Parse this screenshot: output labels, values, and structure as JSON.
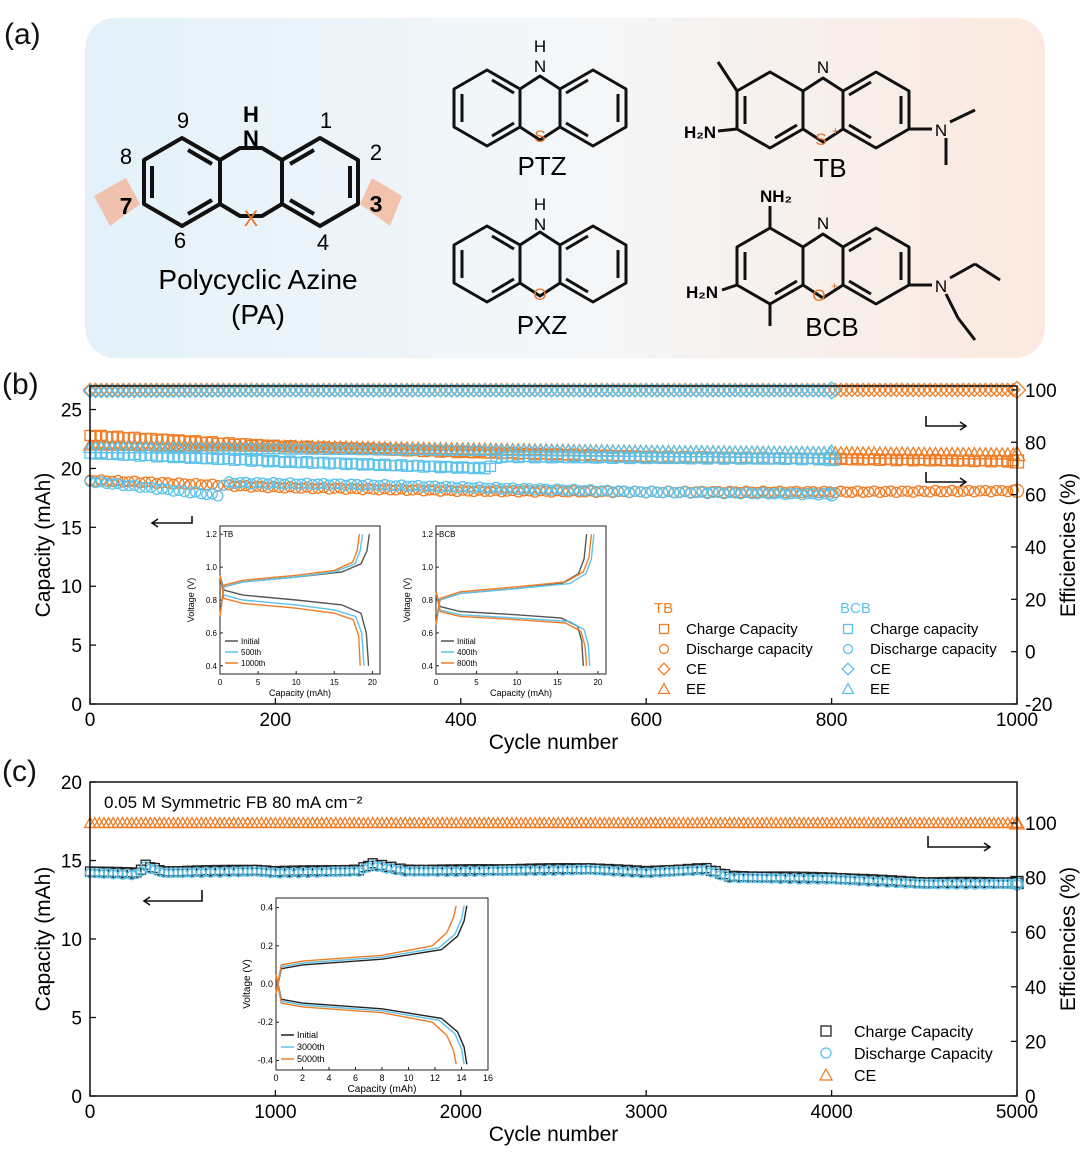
{
  "panel_labels": {
    "a": "(a)",
    "b": "(b)",
    "c": "(c)"
  },
  "panel_a": {
    "pa_numbers": [
      "9",
      "1",
      "8",
      "2",
      "7",
      "3",
      "6",
      "4"
    ],
    "pa_nh": "H",
    "pa_n": "N",
    "pa_x": "X",
    "pa_name": "Polycyclic Azine",
    "pa_abbr": "(PA)",
    "ptz": {
      "name": "PTZ",
      "nh_h": "H",
      "nh_n": "N",
      "hetero": "S"
    },
    "pxz": {
      "name": "PXZ",
      "nh_h": "H",
      "nh_n": "N",
      "hetero": "O"
    },
    "tb": {
      "name": "TB",
      "n": "N",
      "hetero": "S",
      "charge": "+",
      "amine": "H₂N",
      "nme2": "N"
    },
    "bcb": {
      "name": "BCB",
      "n": "N",
      "hetero": "O",
      "charge": "+",
      "amine_top": "NH₂",
      "amine": "H₂N",
      "net2": "N"
    },
    "colors": {
      "hetero": "#e8742e",
      "arrow": "#f2b9a0"
    }
  },
  "chart_data": [
    {
      "id": "b",
      "type": "scatter",
      "xlabel": "Cycle number",
      "ylabel": "Capacity (mAh)",
      "y2label": "Efficiencies (%)",
      "xlim": [
        0,
        1000
      ],
      "ylim": [
        0,
        27
      ],
      "y2lim": [
        -20,
        101.5
      ],
      "xticks": [
        0,
        200,
        400,
        600,
        800,
        1000
      ],
      "yticks": [
        0,
        5,
        10,
        15,
        20,
        25
      ],
      "y2ticks": [
        -20,
        0,
        20,
        40,
        60,
        80,
        100
      ],
      "series": [
        {
          "name": "Charge Capacity",
          "group": "TB",
          "axis": "left",
          "color": "#f07d26",
          "marker": "square",
          "x": [
            0,
            200,
            400,
            600,
            800,
            1000
          ],
          "values": [
            22.8,
            21.9,
            21.4,
            21.0,
            20.8,
            20.6
          ]
        },
        {
          "name": "Discharge capacity",
          "group": "TB",
          "axis": "left",
          "color": "#f07d26",
          "marker": "circle",
          "x": [
            0,
            200,
            400,
            600,
            800,
            1000
          ],
          "values": [
            19.0,
            18.4,
            18.1,
            18.0,
            18.0,
            18.1
          ]
        },
        {
          "name": "CE",
          "group": "TB",
          "axis": "right",
          "color": "#f07d26",
          "marker": "diamond",
          "x": [
            0,
            200,
            400,
            600,
            800,
            1000
          ],
          "values": [
            100,
            100,
            100,
            100,
            100,
            100
          ]
        },
        {
          "name": "EE",
          "group": "TB",
          "axis": "right",
          "color": "#f07d26",
          "marker": "triangle",
          "x": [
            0,
            200,
            400,
            600,
            800,
            1000
          ],
          "values": [
            79,
            78.5,
            77.5,
            76.5,
            76,
            75.5
          ]
        },
        {
          "name": "Charge capacity",
          "group": "BCB",
          "axis": "left",
          "color": "#5cc2ea",
          "marker": "square",
          "x": [
            0,
            200,
            430,
            440,
            600,
            800
          ],
          "values": [
            21.3,
            20.6,
            20.0,
            21.0,
            20.9,
            20.8
          ]
        },
        {
          "name": "Discharge capacity",
          "group": "BCB",
          "axis": "left",
          "color": "#5cc2ea",
          "marker": "circle",
          "x": [
            0,
            60,
            140,
            145,
            300,
            600,
            800
          ],
          "values": [
            18.9,
            18.4,
            17.7,
            18.8,
            18.6,
            18.0,
            17.8
          ]
        },
        {
          "name": "CE",
          "group": "BCB",
          "axis": "right",
          "color": "#5cc2ea",
          "marker": "diamond",
          "x": [
            0,
            200,
            400,
            600,
            800
          ],
          "values": [
            99.5,
            99.8,
            99.8,
            99.8,
            99.8
          ]
        },
        {
          "name": "EE",
          "group": "BCB",
          "axis": "right",
          "color": "#5cc2ea",
          "marker": "triangle",
          "x": [
            0,
            200,
            400,
            600,
            800
          ],
          "values": [
            78,
            77.5,
            77,
            76.5,
            76
          ]
        }
      ],
      "legend": {
        "placement": "bottom-right",
        "groups": [
          "TB",
          "BCB"
        ],
        "entries": [
          "Charge Capacity",
          "Discharge capacity",
          "CE",
          "EE"
        ],
        "entries_bcb": [
          "Charge capacity",
          "Discharge capacity",
          "CE",
          "EE"
        ]
      },
      "insets": [
        {
          "id": "b-tb",
          "type": "line",
          "title": "TB",
          "xlabel": "Capacity (mAh)",
          "ylabel": "Voltage (V)",
          "xlim": [
            0,
            21
          ],
          "ylim": [
            0.35,
            1.25
          ],
          "xticks": [
            0,
            5,
            10,
            15,
            20
          ],
          "yticks": [
            0.4,
            0.6,
            0.8,
            1.0,
            1.2
          ],
          "series": [
            {
              "name": "Initial",
              "color": "#555555",
              "charge": {
                "x": [
                  0,
                  0.5,
                  3,
                  10,
                  16,
                  18.5,
                  19.3,
                  19.6
                ],
                "y": [
                  0.7,
                  0.88,
                  0.91,
                  0.94,
                  0.97,
                  1.02,
                  1.1,
                  1.2
                ]
              },
              "discharge": {
                "x": [
                  0,
                  0.5,
                  3,
                  10,
                  16,
                  18.5,
                  19.2,
                  19.5
                ],
                "y": [
                  0.95,
                  0.86,
                  0.83,
                  0.8,
                  0.77,
                  0.72,
                  0.6,
                  0.4
                ]
              }
            },
            {
              "name": "500th",
              "color": "#5cc2ea",
              "charge": {
                "x": [
                  0,
                  0.5,
                  3,
                  10,
                  15,
                  17.7,
                  18.4,
                  18.7
                ],
                "y": [
                  0.7,
                  0.88,
                  0.91,
                  0.94,
                  0.97,
                  1.02,
                  1.1,
                  1.2
                ]
              },
              "discharge": {
                "x": [
                  0,
                  0.5,
                  3,
                  10,
                  15,
                  17.8,
                  18.6,
                  18.9
                ],
                "y": [
                  0.95,
                  0.83,
                  0.8,
                  0.77,
                  0.74,
                  0.7,
                  0.6,
                  0.4
                ]
              }
            },
            {
              "name": "1000th",
              "color": "#f07d26",
              "charge": {
                "x": [
                  0,
                  0.5,
                  3,
                  10,
                  15,
                  17.4,
                  18.0,
                  18.3
                ],
                "y": [
                  0.7,
                  0.89,
                  0.92,
                  0.95,
                  0.98,
                  1.03,
                  1.1,
                  1.2
                ]
              },
              "discharge": {
                "x": [
                  0,
                  0.5,
                  3,
                  10,
                  15,
                  17.5,
                  18.2,
                  18.4
                ],
                "y": [
                  0.95,
                  0.81,
                  0.78,
                  0.75,
                  0.72,
                  0.68,
                  0.58,
                  0.4
                ]
              }
            }
          ]
        },
        {
          "id": "b-bcb",
          "type": "line",
          "title": "BCB",
          "xlabel": "Capacity (mAh)",
          "ylabel": "Voltage (V)",
          "xlim": [
            0,
            21
          ],
          "ylim": [
            0.35,
            1.25
          ],
          "xticks": [
            0,
            5,
            10,
            15,
            20
          ],
          "yticks": [
            0.4,
            0.6,
            0.8,
            1.0,
            1.2
          ],
          "series": [
            {
              "name": "Initial",
              "color": "#555555",
              "charge": {
                "x": [
                  0,
                  0.5,
                  3,
                  10,
                  15.5,
                  17.6,
                  18.3,
                  18.6
                ],
                "y": [
                  0.65,
                  0.8,
                  0.84,
                  0.87,
                  0.9,
                  0.96,
                  1.05,
                  1.2
                ]
              },
              "discharge": {
                "x": [
                  0,
                  0.5,
                  3,
                  10,
                  15.5,
                  17.5,
                  18.0,
                  18.2
                ],
                "y": [
                  0.85,
                  0.76,
                  0.73,
                  0.71,
                  0.69,
                  0.64,
                  0.55,
                  0.4
                ]
              }
            },
            {
              "name": "400th",
              "color": "#5cc2ea",
              "charge": {
                "x": [
                  0,
                  0.5,
                  3,
                  10,
                  16.5,
                  18.5,
                  19.2,
                  19.5
                ],
                "y": [
                  0.65,
                  0.8,
                  0.84,
                  0.87,
                  0.9,
                  0.96,
                  1.05,
                  1.2
                ]
              },
              "discharge": {
                "x": [
                  0,
                  0.5,
                  3,
                  10,
                  16.5,
                  18.3,
                  18.8,
                  19.0
                ],
                "y": [
                  0.85,
                  0.74,
                  0.71,
                  0.69,
                  0.67,
                  0.62,
                  0.53,
                  0.4
                ]
              }
            },
            {
              "name": "800th",
              "color": "#f07d26",
              "charge": {
                "x": [
                  0,
                  0.5,
                  3,
                  10,
                  16,
                  18.2,
                  18.9,
                  19.2
                ],
                "y": [
                  0.65,
                  0.81,
                  0.85,
                  0.88,
                  0.91,
                  0.97,
                  1.06,
                  1.2
                ]
              },
              "discharge": {
                "x": [
                  0,
                  0.5,
                  3,
                  10,
                  16,
                  17.9,
                  18.4,
                  18.6
                ],
                "y": [
                  0.85,
                  0.73,
                  0.7,
                  0.68,
                  0.66,
                  0.61,
                  0.52,
                  0.4
                ]
              }
            }
          ]
        }
      ]
    },
    {
      "id": "c",
      "type": "scatter",
      "annotation": "0.05 M Symmetric FB    80 mA cm⁻²",
      "xlabel": "Cycle number",
      "ylabel": "Capacity (mAh)",
      "y2label": "Efficiencies (%)",
      "xlim": [
        0,
        5000
      ],
      "ylim": [
        0,
        20
      ],
      "y2lim": [
        0,
        115
      ],
      "xticks": [
        0,
        1000,
        2000,
        3000,
        4000,
        5000
      ],
      "yticks": [
        0,
        5,
        10,
        15,
        20
      ],
      "y2ticks": [
        0,
        20,
        40,
        60,
        80,
        100
      ],
      "series": [
        {
          "name": "Charge Capacity",
          "axis": "left",
          "color": "#222222",
          "marker": "square",
          "x": [
            0,
            250,
            300,
            400,
            900,
            1000,
            1450,
            1520,
            1700,
            2000,
            2700,
            3000,
            3320,
            3450,
            4000,
            4500,
            5000
          ],
          "values": [
            14.3,
            14.2,
            14.7,
            14.3,
            14.4,
            14.3,
            14.4,
            14.8,
            14.4,
            14.4,
            14.5,
            14.3,
            14.5,
            14.0,
            13.9,
            13.6,
            13.6
          ]
        },
        {
          "name": "Discharge Capacity",
          "axis": "left",
          "color": "#5cc2ea",
          "marker": "circle",
          "x": [
            0,
            250,
            300,
            400,
            900,
            1000,
            1450,
            1520,
            1700,
            2000,
            2700,
            3000,
            3320,
            3450,
            4000,
            4500,
            5000
          ],
          "values": [
            14.2,
            14.1,
            14.6,
            14.2,
            14.3,
            14.2,
            14.3,
            14.7,
            14.3,
            14.3,
            14.4,
            14.2,
            14.4,
            13.9,
            13.8,
            13.5,
            13.5
          ]
        },
        {
          "name": "CE",
          "axis": "right",
          "color": "#f07d26",
          "marker": "triangle",
          "x": [
            0,
            1000,
            2000,
            3000,
            4000,
            5000
          ],
          "values": [
            100,
            100,
            100,
            100,
            100,
            100
          ]
        }
      ],
      "legend": {
        "placement": "bottom-right",
        "entries": [
          "Charge Capacity",
          "Discharge Capacity",
          "CE"
        ]
      },
      "insets": [
        {
          "id": "c-inset",
          "type": "line",
          "xlabel": "Capacity (mAh)",
          "ylabel": "Voltage (V)",
          "xlim": [
            0,
            16
          ],
          "ylim": [
            -0.45,
            0.45
          ],
          "xticks": [
            0,
            2,
            4,
            6,
            8,
            10,
            12,
            14,
            16
          ],
          "yticks": [
            -0.4,
            -0.2,
            0.0,
            0.2,
            0.4
          ],
          "series": [
            {
              "name": "Initial",
              "color": "#222222",
              "charge": {
                "x": [
                  0,
                  0.4,
                  2,
                  8,
                  12.5,
                  13.7,
                  14.2,
                  14.4
                ],
                "y": [
                  -0.05,
                  0.08,
                  0.1,
                  0.13,
                  0.18,
                  0.25,
                  0.33,
                  0.41
                ]
              },
              "discharge": {
                "x": [
                  0,
                  0.4,
                  2,
                  8,
                  12.5,
                  13.7,
                  14.2,
                  14.4
                ],
                "y": [
                  0.05,
                  -0.08,
                  -0.1,
                  -0.13,
                  -0.18,
                  -0.25,
                  -0.33,
                  -0.42
                ]
              }
            },
            {
              "name": "3000th",
              "color": "#5cc2ea",
              "charge": {
                "x": [
                  0,
                  0.4,
                  2,
                  8,
                  12.3,
                  13.5,
                  14.0,
                  14.2
                ],
                "y": [
                  -0.05,
                  0.09,
                  0.11,
                  0.14,
                  0.19,
                  0.26,
                  0.34,
                  0.41
                ]
              },
              "discharge": {
                "x": [
                  0,
                  0.4,
                  2,
                  8,
                  12.3,
                  13.5,
                  14.0,
                  14.2
                ],
                "y": [
                  0.05,
                  -0.09,
                  -0.11,
                  -0.14,
                  -0.19,
                  -0.26,
                  -0.34,
                  -0.42
                ]
              }
            },
            {
              "name": "5000th",
              "color": "#f07d26",
              "charge": {
                "x": [
                  0,
                  0.4,
                  2,
                  8,
                  11.8,
                  12.9,
                  13.4,
                  13.6
                ],
                "y": [
                  -0.05,
                  0.1,
                  0.12,
                  0.15,
                  0.2,
                  0.27,
                  0.35,
                  0.41
                ]
              },
              "discharge": {
                "x": [
                  0,
                  0.4,
                  2,
                  8,
                  11.8,
                  12.9,
                  13.4,
                  13.6
                ],
                "y": [
                  0.05,
                  -0.1,
                  -0.12,
                  -0.15,
                  -0.2,
                  -0.27,
                  -0.35,
                  -0.42
                ]
              }
            }
          ]
        }
      ]
    }
  ]
}
